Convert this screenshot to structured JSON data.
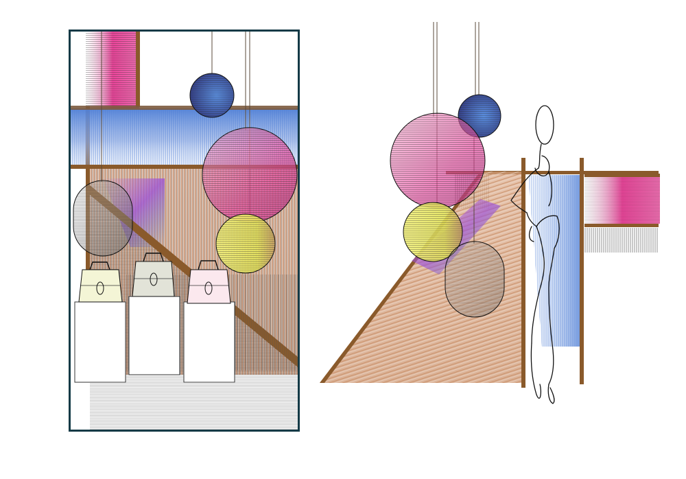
{
  "illustration": {
    "panels": [
      "front-elevation",
      "perspective-view"
    ],
    "palette": {
      "frame": "#143a46",
      "wood": "#8a5a2b",
      "wood_dark": "#6b4420",
      "thread_pink": "#e8308f",
      "thread_blue": "#4f7fd6",
      "thread_tan": "#c98e66",
      "thread_grey": "#555555",
      "globe_navy": "#3a4d8f",
      "globe_pink": "#e64da0",
      "globe_yellow": "#e9e85a",
      "bag_cream": "#f4f5d6",
      "bag_grey": "#e2e3d8",
      "bag_blush": "#fbe8ee",
      "ink": "#111111"
    },
    "elements": {
      "pendant_globes": 6,
      "display_plinths": 3,
      "handbags": 3,
      "figures": 1
    }
  }
}
